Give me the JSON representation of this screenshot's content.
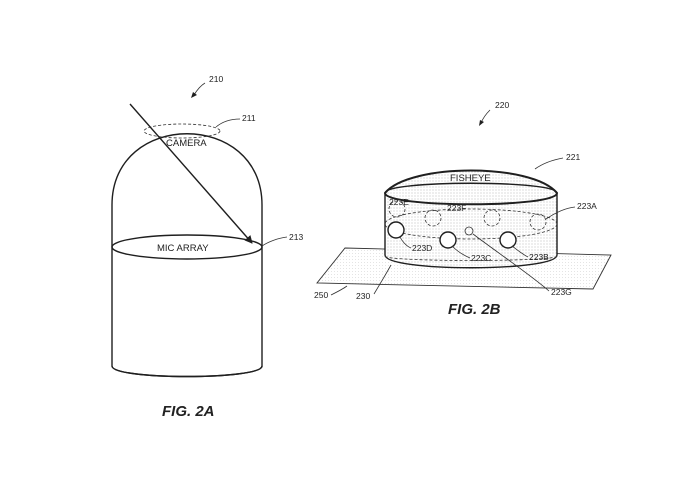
{
  "fig2a": {
    "ref_device": "210",
    "ref_camera": "211",
    "ref_mic": "213",
    "camera_label": "CAMERA",
    "mic_label": "MIC ARRAY",
    "caption": "FIG. 2A"
  },
  "fig2b": {
    "ref_device": "220",
    "ref_fisheye": "221",
    "fisheye_label": "FISHEYE",
    "ref_223A": "223A",
    "ref_223B": "223B",
    "ref_223C": "223C",
    "ref_223D": "223D",
    "ref_223E": "223E",
    "ref_223F": "223F",
    "ref_223G": "223G",
    "ref_230": "230",
    "ref_250": "250",
    "caption": "FIG. 2B"
  },
  "colors": {
    "line": "#1f1f1f",
    "text": "#222222",
    "stipple": "#9a9a9a"
  }
}
